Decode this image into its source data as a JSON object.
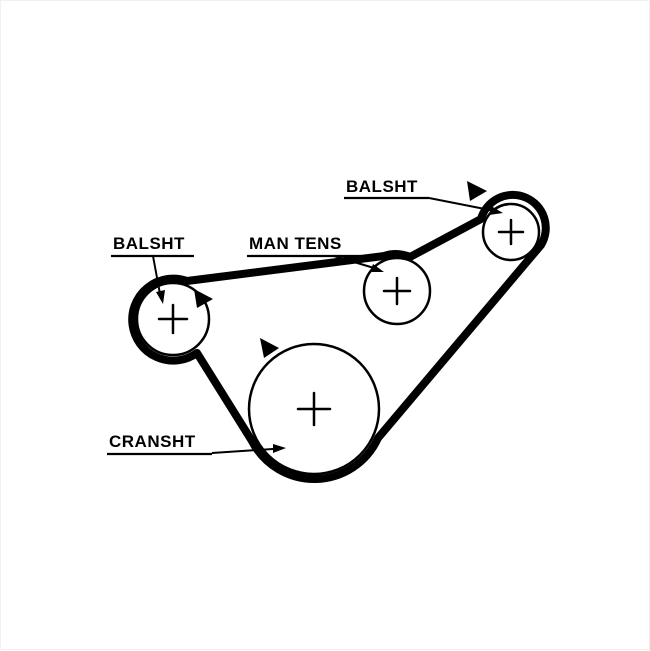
{
  "diagram": {
    "background": "#ffffff",
    "line_color": "#000000",
    "labels": {
      "balsht_top": "BALSHT",
      "balsht_left": "BALSHT",
      "man_tens": "MAN TENS",
      "cransht": "CRANSHT"
    },
    "pulley_center_marker": "+",
    "pulleys": [
      {
        "name": "balance-shaft-left",
        "label": "BALSHT"
      },
      {
        "name": "manual-tensioner",
        "label": "MAN TENS"
      },
      {
        "name": "balance-shaft-right",
        "label": "BALSHT"
      },
      {
        "name": "crankshaft",
        "label": "CRANSHT"
      }
    ]
  }
}
